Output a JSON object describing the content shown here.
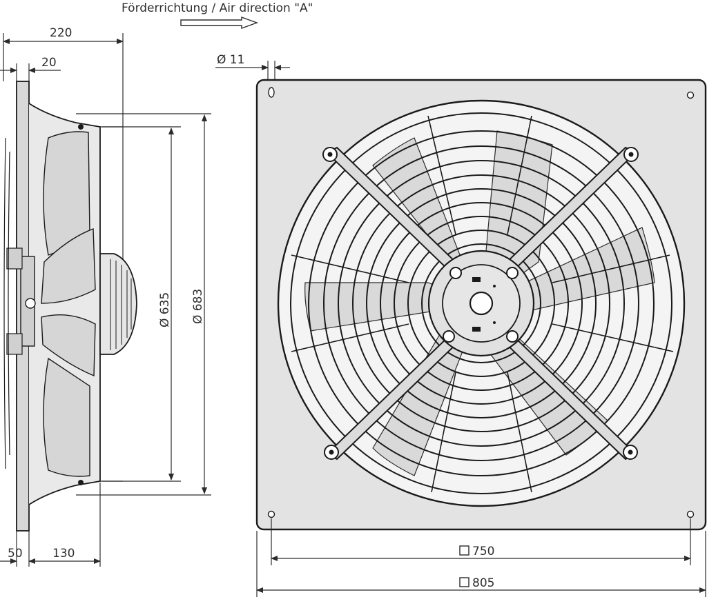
{
  "header": {
    "direction_label": "Förderrichtung / Air direction \"A\""
  },
  "side_view": {
    "dim_depth_total": "220",
    "dim_flange": "20",
    "dim_bottom_left": "50",
    "dim_bottom_right": "130",
    "dim_inner_diameter": "Ø 635",
    "dim_outer_diameter": "Ø 683"
  },
  "front_view": {
    "dim_hole": "Ø  11",
    "dim_hole_spacing": "750",
    "dim_plate_size": "805"
  },
  "colors": {
    "plate_fill": "#e3e3e3",
    "blade_fill": "#dadada",
    "line": "#1a1a1a"
  }
}
